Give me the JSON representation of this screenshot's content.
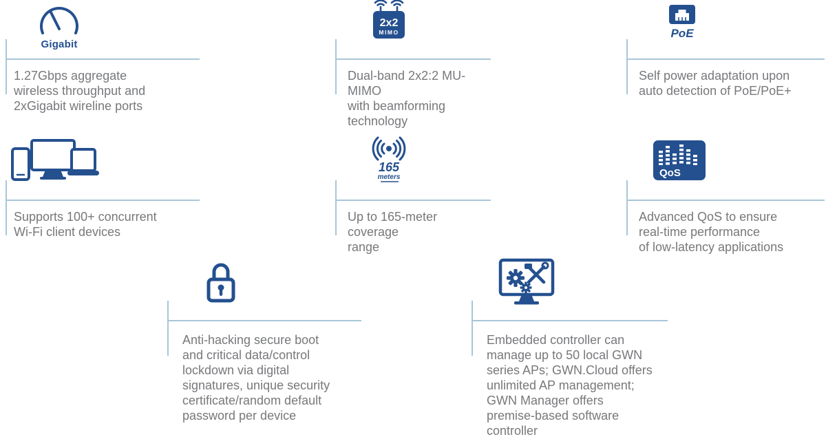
{
  "colors": {
    "accent_blue": "#24508f",
    "divider_line": "#a7c6d8",
    "body_text": "#77787b"
  },
  "features": [
    {
      "name": "gigabit-throughput",
      "icon": "speedometer-gauge-icon",
      "icon_label": "Gigabit",
      "description": "1.27Gbps aggregate\nwireless throughput and\n2xGigabit wireline ports"
    },
    {
      "name": "mu-mimo",
      "icon": "mimo-antenna-icon",
      "icon_label_top": "2x2",
      "icon_label_bottom": "MIMO",
      "description": "Dual-band 2x2:2 MU-MIMO\nwith beamforming\ntechnology"
    },
    {
      "name": "poe-power",
      "icon": "ethernet-port-icon",
      "icon_label": "PoE",
      "description": "Self power adaptation upon\nauto detection of PoE/PoE+"
    },
    {
      "name": "client-capacity",
      "icon": "client-devices-icon",
      "description": "Supports 100+ concurrent\nWi-Fi client devices"
    },
    {
      "name": "coverage-range",
      "icon": "signal-range-icon",
      "icon_label": "165",
      "icon_sublabel": "meters",
      "description": "Up to 165-meter coverage\nrange"
    },
    {
      "name": "advanced-qos",
      "icon": "qos-equalizer-icon",
      "icon_label": "QoS",
      "description": "Advanced QoS to ensure\nreal-time performance\nof low-latency applications"
    },
    {
      "name": "security",
      "icon": "padlock-icon",
      "description": "Anti-hacking secure boot\nand critical data/control\nlockdown via digital\nsignatures, unique security\ncertificate/random default\npassword per device"
    },
    {
      "name": "embedded-controller",
      "icon": "controller-monitor-icon",
      "description": "Embedded controller can\nmanage up to 50 local GWN\nseries APs; GWN.Cloud offers\nunlimited AP management;\nGWN Manager offers\npremise-based software\ncontroller"
    }
  ]
}
